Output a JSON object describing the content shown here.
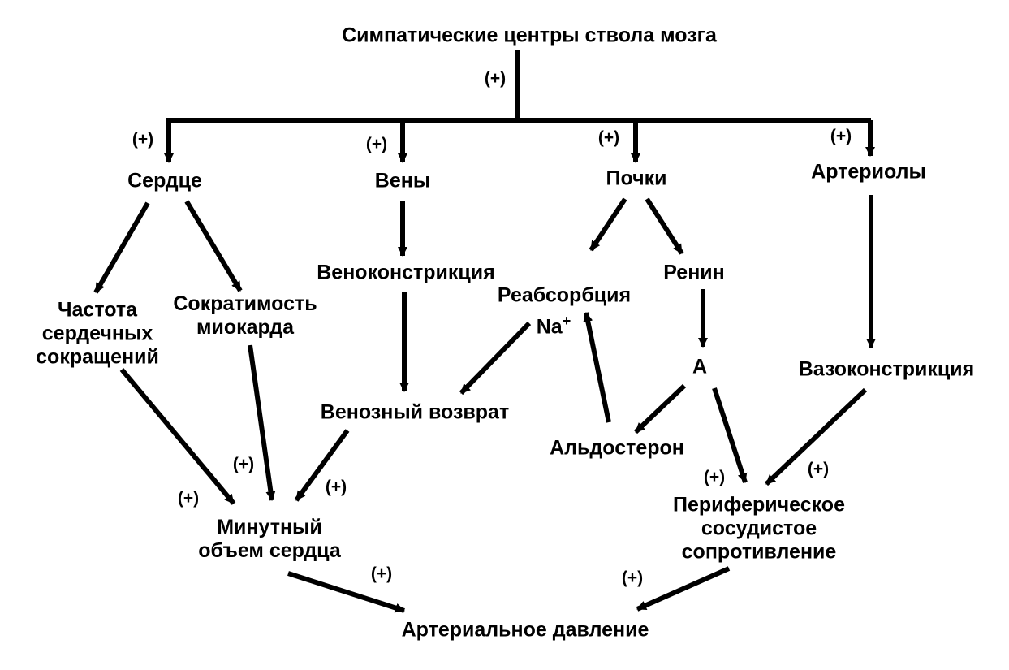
{
  "nodes": {
    "brainstem": "Симпатические центры ствола мозга",
    "heart": "Сердце",
    "veins": "Вены",
    "kidneys": "Почки",
    "arterioles": "Артериолы",
    "heart_rate": "Частота\nсердечных\nсокращений",
    "contractility": "Сократимость\nмиокарда",
    "venoconstriction": "Веноконстрикция",
    "reabsorption": "Реабсорбция",
    "sodium": "Na",
    "sodium_sup": "+",
    "renin": "Ренин",
    "angiotensin": "A",
    "vasoconstriction": "Вазоконстрикция",
    "venous_return": "Венозный возврат",
    "aldosterone": "Альдостерон",
    "cardiac_output": "Минутный\nобъем сердца",
    "peripheral_resistance": "Периферическое\nсосудистое\nсопротивление",
    "blood_pressure": "Артериальное давление"
  },
  "sign": "(+)"
}
